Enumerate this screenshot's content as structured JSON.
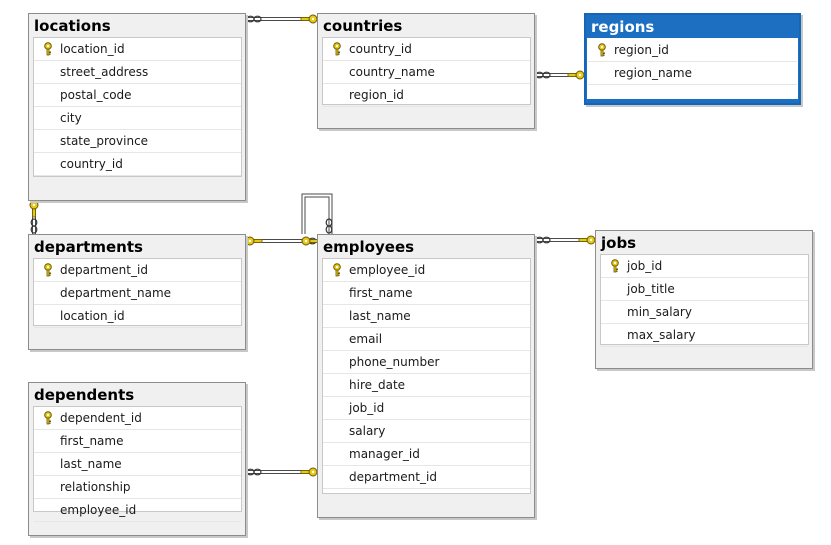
{
  "tables": [
    {
      "name": "locations",
      "columns": [
        "location_id",
        "street_address",
        "postal_code",
        "city",
        "state_province",
        "country_id"
      ],
      "pk": "location_id"
    },
    {
      "name": "countries",
      "columns": [
        "country_id",
        "country_name",
        "region_id"
      ],
      "pk": "country_id"
    },
    {
      "name": "regions",
      "columns": [
        "region_id",
        "region_name"
      ],
      "pk": "region_id",
      "selected": true
    },
    {
      "name": "departments",
      "columns": [
        "department_id",
        "department_name",
        "location_id"
      ],
      "pk": "department_id"
    },
    {
      "name": "employees",
      "columns": [
        "employee_id",
        "first_name",
        "last_name",
        "email",
        "phone_number",
        "hire_date",
        "job_id",
        "salary",
        "manager_id",
        "department_id"
      ],
      "pk": "employee_id"
    },
    {
      "name": "jobs",
      "columns": [
        "job_id",
        "job_title",
        "min_salary",
        "max_salary"
      ],
      "pk": "job_id"
    },
    {
      "name": "dependents",
      "columns": [
        "dependent_id",
        "first_name",
        "last_name",
        "relationship",
        "employee_id"
      ],
      "pk": "dependent_id"
    }
  ],
  "relationships": [
    {
      "from": "locations",
      "to": "countries"
    },
    {
      "from": "countries",
      "to": "regions"
    },
    {
      "from": "departments",
      "to": "locations"
    },
    {
      "from": "employees",
      "to": "departments"
    },
    {
      "from": "employees",
      "to": "employees"
    },
    {
      "from": "employees",
      "to": "jobs"
    },
    {
      "from": "dependents",
      "to": "employees"
    }
  ],
  "colors": {
    "selected_header": "#1d6fc1",
    "key_icon": "#e8c817",
    "line": "#4a4a4a"
  },
  "icons": {
    "primary_key": "key-icon",
    "many_end": "infinity-icon",
    "one_end": "key-icon"
  }
}
